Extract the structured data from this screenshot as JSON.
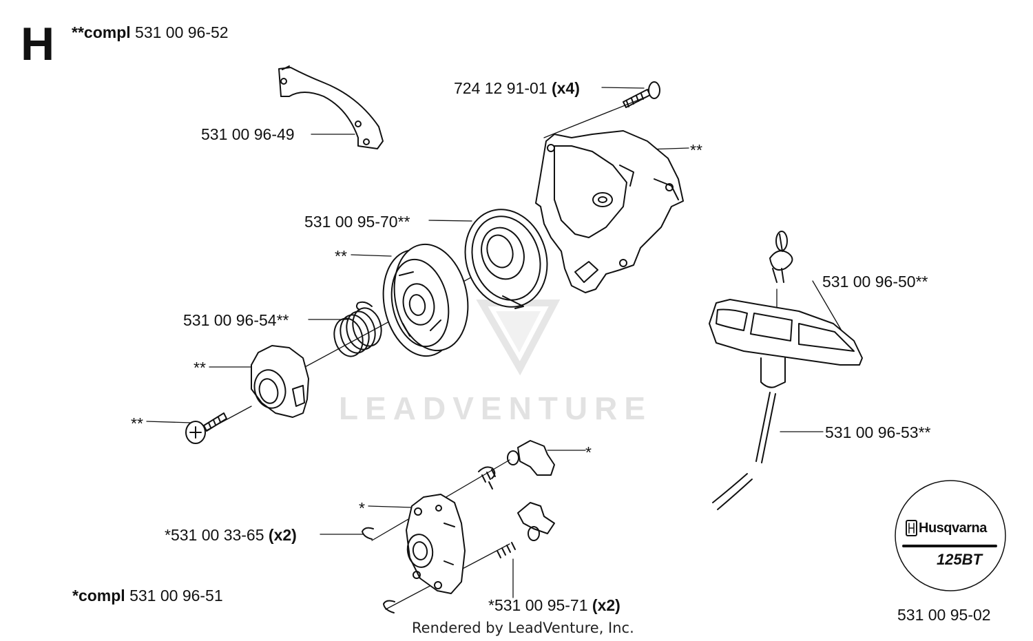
{
  "section_letter": "H",
  "assemblies": {
    "upper": {
      "prefix": "**compl",
      "number": "531 00 96-52"
    },
    "lower": {
      "prefix": "*compl",
      "number": "531 00 96-51"
    }
  },
  "parts": {
    "screw_x4": {
      "number": "724 12 91-01",
      "qty": "(x4)"
    },
    "bracket": {
      "number": "531 00 96-49"
    },
    "housing": {
      "marker": "**"
    },
    "rewind_spring": {
      "number": "531 00 95-70**"
    },
    "pulley": {
      "marker": "**"
    },
    "pawl_spring": {
      "number": "531 00 96-54**"
    },
    "hub": {
      "marker": "**"
    },
    "center_screw": {
      "marker": "**"
    },
    "handle": {
      "number": "531 00 96-50**"
    },
    "cord": {
      "number": "531 00 96-53**"
    },
    "pawl": {
      "marker": "*"
    },
    "flywheel_hub": {
      "marker": "*"
    },
    "circlip": {
      "number": "*531 00 33-65",
      "qty": "(x2)"
    },
    "pawl_springs": {
      "number": "*531 00 95-71",
      "qty": "(x2)"
    }
  },
  "logo": {
    "brand": "Husqvarna",
    "model": "125BT"
  },
  "diagram_number": "531 00 95-02",
  "watermark": "LEADVENTURE",
  "footer": "Rendered by LeadVenture, Inc."
}
